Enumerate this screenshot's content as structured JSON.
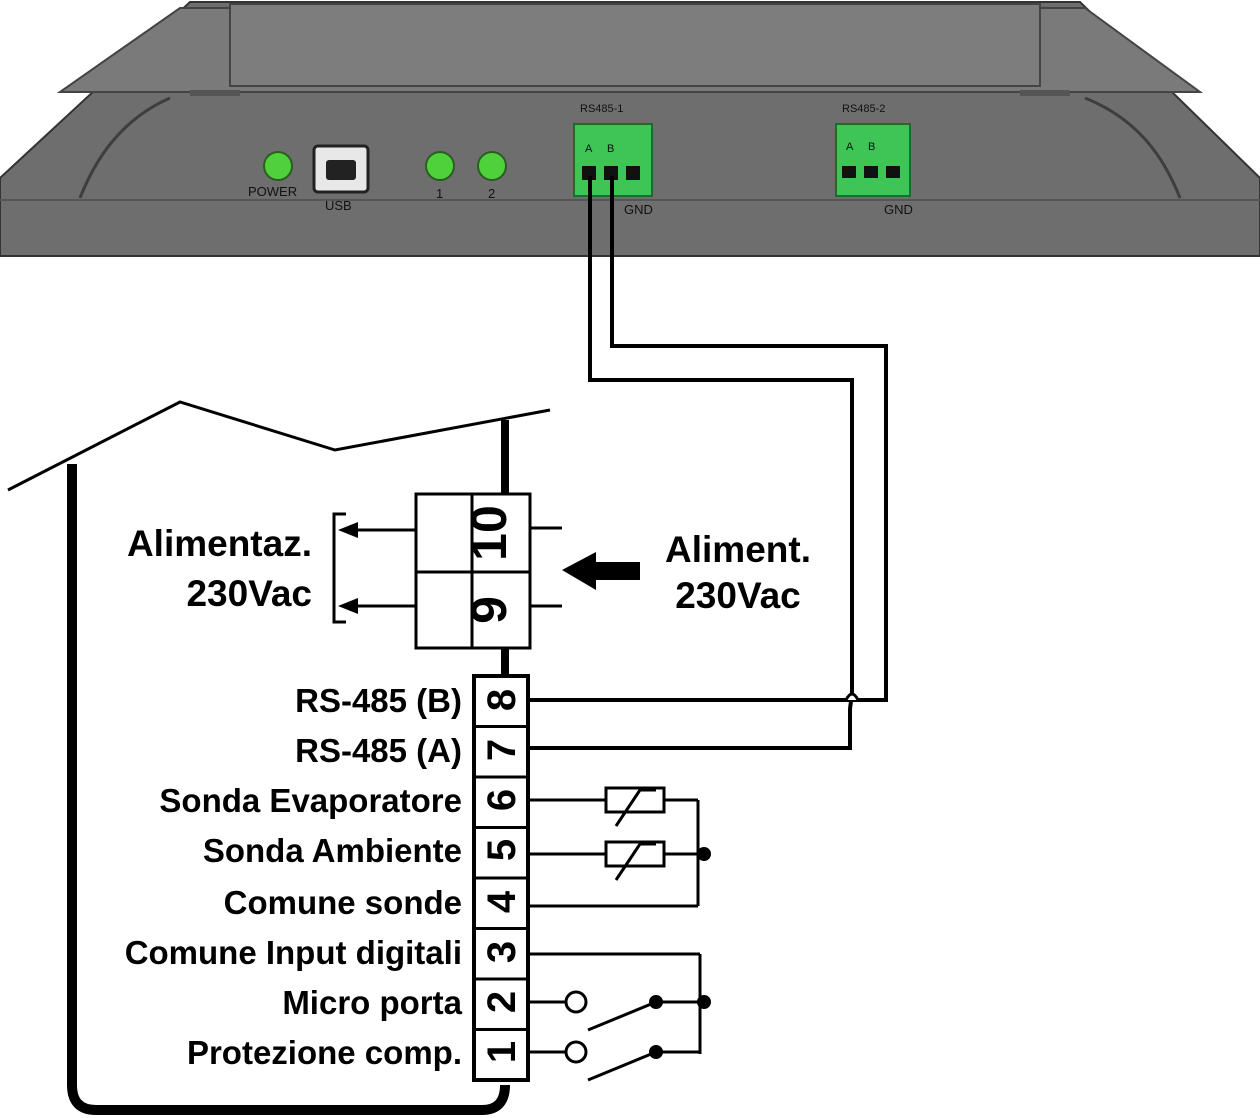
{
  "device": {
    "power_label": "POWER",
    "usb_label": "USB",
    "led1_label": "1",
    "led2_label": "2",
    "rs485_1": {
      "title": "RS485-1",
      "pin_a": "A",
      "pin_b": "B",
      "gnd": "GND"
    },
    "rs485_2": {
      "title": "RS485-2",
      "pin_a": "A",
      "pin_b": "B",
      "gnd": "GND"
    },
    "colors": {
      "body": "#6e6e6e",
      "top": "#7d7d7d",
      "led": "#4fd13c",
      "connector": "#3fc456"
    }
  },
  "controller": {
    "power_out": {
      "line1": "Alimentaz.",
      "line2": "230Vac"
    },
    "power_in": {
      "line1": "Aliment.",
      "line2": "230Vac"
    },
    "terminals": [
      {
        "number": "10",
        "label": ""
      },
      {
        "number": "9",
        "label": ""
      },
      {
        "number": "8",
        "label": "RS-485 (B)"
      },
      {
        "number": "7",
        "label": "RS-485 (A)"
      },
      {
        "number": "6",
        "label": "Sonda Evaporatore"
      },
      {
        "number": "5",
        "label": "Sonda Ambiente"
      },
      {
        "number": "4",
        "label": "Comune sonde"
      },
      {
        "number": "3",
        "label": "Comune Input digitali"
      },
      {
        "number": "2",
        "label": "Micro porta"
      },
      {
        "number": "1",
        "label": "Protezione comp."
      }
    ]
  }
}
